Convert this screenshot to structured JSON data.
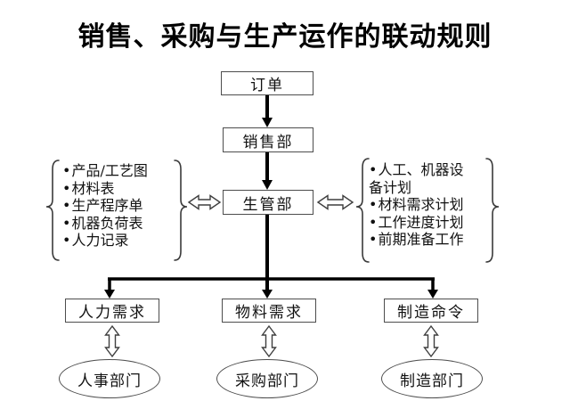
{
  "title": "销售、采购与生产运作的联动规则",
  "glyphs": {
    "bullet": "•"
  },
  "nodes": {
    "order": "订单",
    "sales": "销售部",
    "production": "生管部"
  },
  "left_list": {
    "items": [
      "产品/工艺图",
      "材料表",
      "生产程序单",
      "机器负荷表",
      "人力记录"
    ]
  },
  "right_list": {
    "items": [
      "人工、机器设备计划",
      "材料需求计划",
      "工作进度计划",
      "前期准备工作"
    ]
  },
  "bottom": {
    "boxes": [
      "人力需求",
      "物料需求",
      "制造命令"
    ],
    "departments": [
      "人事部门",
      "采购部门",
      "制造部门"
    ]
  },
  "colors": {
    "background": "#ffffff",
    "text": "#000000",
    "flow_line": "#000000",
    "shape_border": "#4d4d4d",
    "outline_arrow": "#3f3f3f"
  }
}
